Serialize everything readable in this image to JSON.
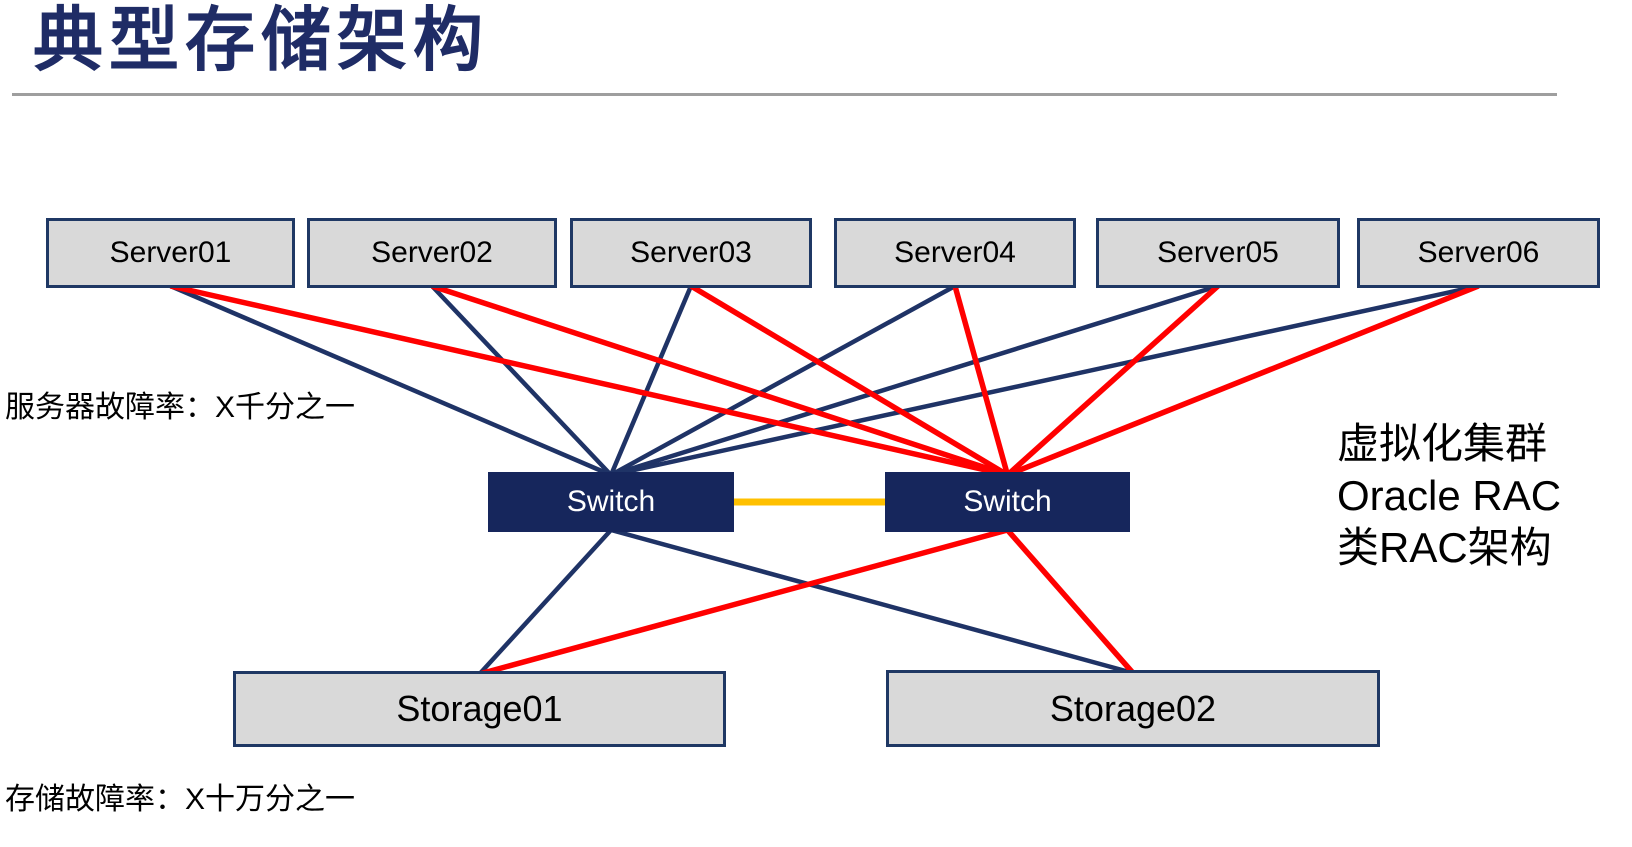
{
  "slide": {
    "title": "典型存储架构",
    "annotations": {
      "server_failure_rate": "服务器故障率：X千分之一",
      "storage_failure_rate": "存储故障率：X十万分之一",
      "cluster_note_line1": "虚拟化集群",
      "cluster_note_line2": "Oracle RAC",
      "cluster_note_line3": "类RAC架构"
    }
  },
  "diagram": {
    "servers": [
      {
        "id": "server-1",
        "label": "Server01"
      },
      {
        "id": "server-2",
        "label": "Server02"
      },
      {
        "id": "server-3",
        "label": "Server03"
      },
      {
        "id": "server-4",
        "label": "Server04"
      },
      {
        "id": "server-5",
        "label": "Server05"
      },
      {
        "id": "server-6",
        "label": "Server06"
      }
    ],
    "switches": [
      {
        "id": "switch-1",
        "label": "Switch"
      },
      {
        "id": "switch-2",
        "label": "Switch"
      }
    ],
    "storages": [
      {
        "id": "storage-1",
        "label": "Storage01"
      },
      {
        "id": "storage-2",
        "label": "Storage02"
      }
    ],
    "links": [
      {
        "from": "server-1",
        "to": "switch-1",
        "type": "primary"
      },
      {
        "from": "server-2",
        "to": "switch-1",
        "type": "primary"
      },
      {
        "from": "server-3",
        "to": "switch-1",
        "type": "primary"
      },
      {
        "from": "server-4",
        "to": "switch-1",
        "type": "primary"
      },
      {
        "from": "server-5",
        "to": "switch-1",
        "type": "primary"
      },
      {
        "from": "server-6",
        "to": "switch-1",
        "type": "primary"
      },
      {
        "from": "switch-1",
        "to": "storage-1",
        "type": "primary"
      },
      {
        "from": "switch-1",
        "to": "storage-2",
        "type": "primary"
      },
      {
        "from": "server-1",
        "to": "switch-2",
        "type": "secondary"
      },
      {
        "from": "server-2",
        "to": "switch-2",
        "type": "secondary"
      },
      {
        "from": "server-3",
        "to": "switch-2",
        "type": "secondary"
      },
      {
        "from": "server-4",
        "to": "switch-2",
        "type": "secondary"
      },
      {
        "from": "server-5",
        "to": "switch-2",
        "type": "secondary"
      },
      {
        "from": "server-6",
        "to": "switch-2",
        "type": "secondary"
      },
      {
        "from": "switch-2",
        "to": "storage-1",
        "type": "secondary"
      },
      {
        "from": "switch-2",
        "to": "storage-2",
        "type": "secondary"
      },
      {
        "from": "switch-1",
        "to": "switch-2",
        "type": "interconnect"
      }
    ],
    "colors": {
      "primary_path": "#1F3366",
      "secondary_path": "#FF0000",
      "interconnect_path": "#FFC000",
      "switch_fill": "#16265C",
      "node_fill": "#D9D9D9",
      "node_border": "#1F3864",
      "title": "#1F2C66",
      "divider": "#9E9E9E"
    },
    "link_widths": {
      "primary": 4.5,
      "secondary": 5.5,
      "interconnect": 7
    }
  }
}
